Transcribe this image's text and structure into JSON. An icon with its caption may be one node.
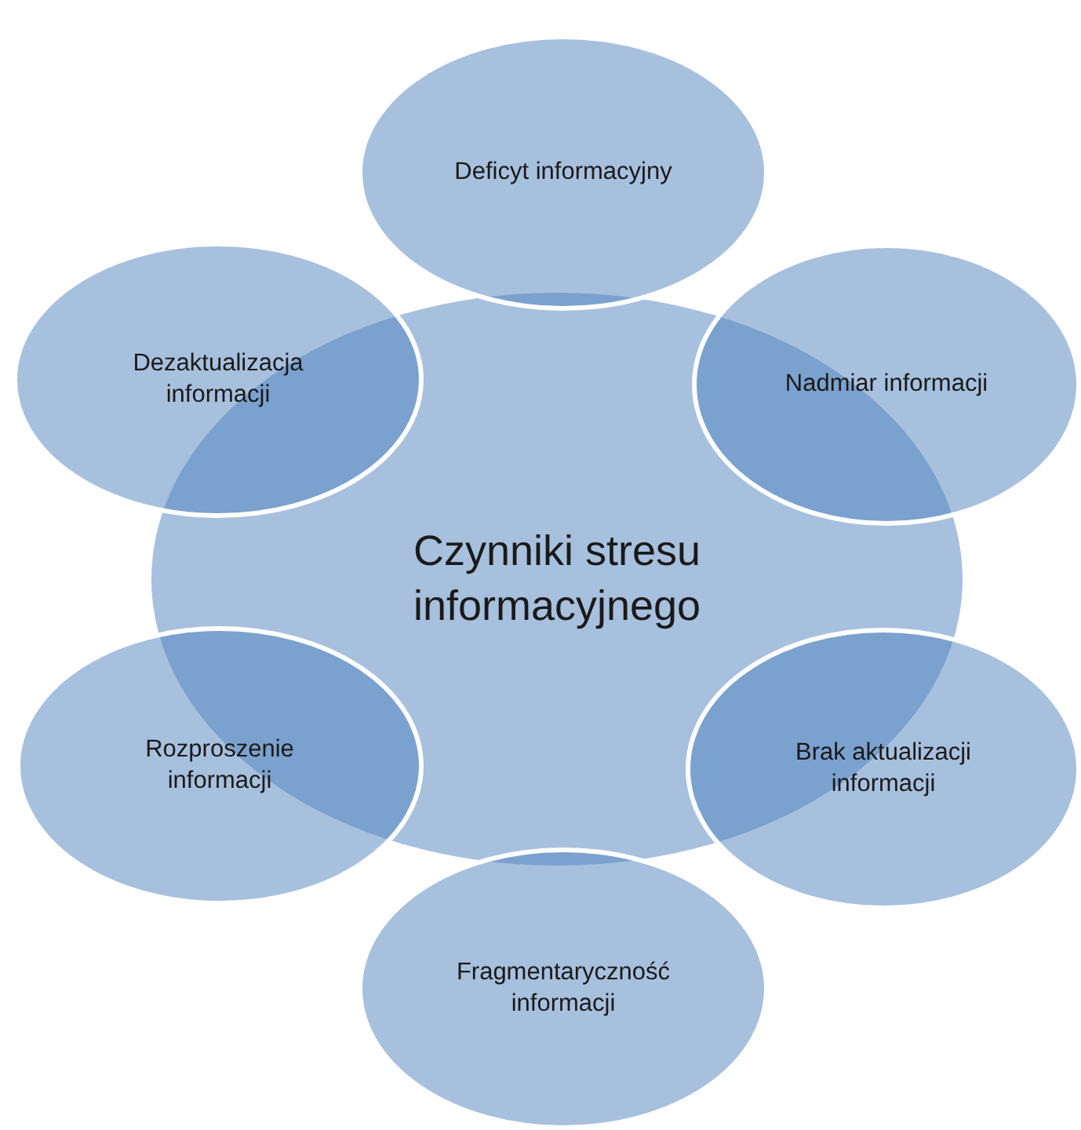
{
  "diagram": {
    "nodes": [
      {
        "text": [
          "Czynniki stresu informacyjnego"
        ]
      },
      {
        "text": [
          "Deficyt informacyjny"
        ]
      },
      {
        "text": [
          "Nadmiar informacji"
        ]
      },
      {
        "text": [
          "Brak aktualizacji informacji"
        ]
      },
      {
        "text": [
          "Fragmentaryczność informacji"
        ]
      },
      {
        "text": [
          "Rozproszenie informacji"
        ]
      },
      {
        "text": [
          "Dezaktualizacja informacji"
        ]
      }
    ]
  }
}
